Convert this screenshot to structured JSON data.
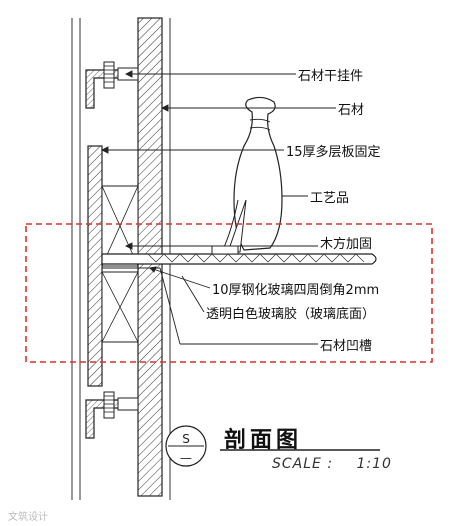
{
  "labels": {
    "stone_hanger": "石材干挂件",
    "stone": "石材",
    "plywood": "15厚多层板固定",
    "artwork": "工艺品",
    "wood_block": "木方加固",
    "glass": "10厚钢化玻璃四周倒角2mm",
    "glue": "透明白色玻璃胶（玻璃底面）",
    "groove": "石材凹槽"
  },
  "title": {
    "name": "剖面图",
    "scale_label": "SCALE :",
    "scale_value": "1:10",
    "symbol_top": "S",
    "symbol_bottom": "—"
  },
  "watermark": "文筑设计",
  "colors": {
    "line": "#222222",
    "highlight_box": "#d9342b"
  }
}
